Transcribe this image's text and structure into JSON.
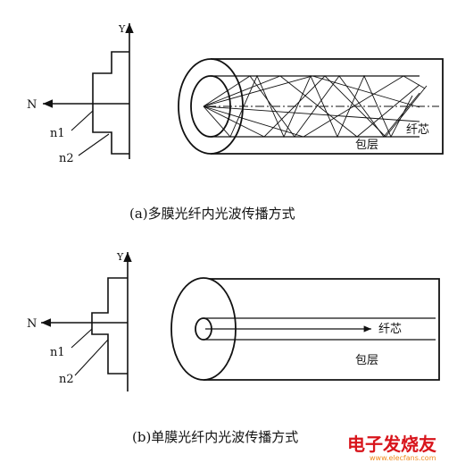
{
  "diagram_a": {
    "axis_y": "Y",
    "axis_n": "N",
    "n1": "n1",
    "n2": "n2",
    "core": "纤芯",
    "cladding": "包层",
    "caption": "(a)多膜光纤内光波传播方式"
  },
  "diagram_b": {
    "axis_y": "Y",
    "axis_n": "N",
    "n1": "n1",
    "n2": "n2",
    "core": "纤芯",
    "cladding": "包层",
    "caption": "(b)单膜光纤内光波传播方式"
  },
  "watermark": {
    "text": "电子发烧友",
    "url": "www.elecfans.com",
    "color_red": "#d8141b",
    "color_orange": "#f08a1c"
  }
}
